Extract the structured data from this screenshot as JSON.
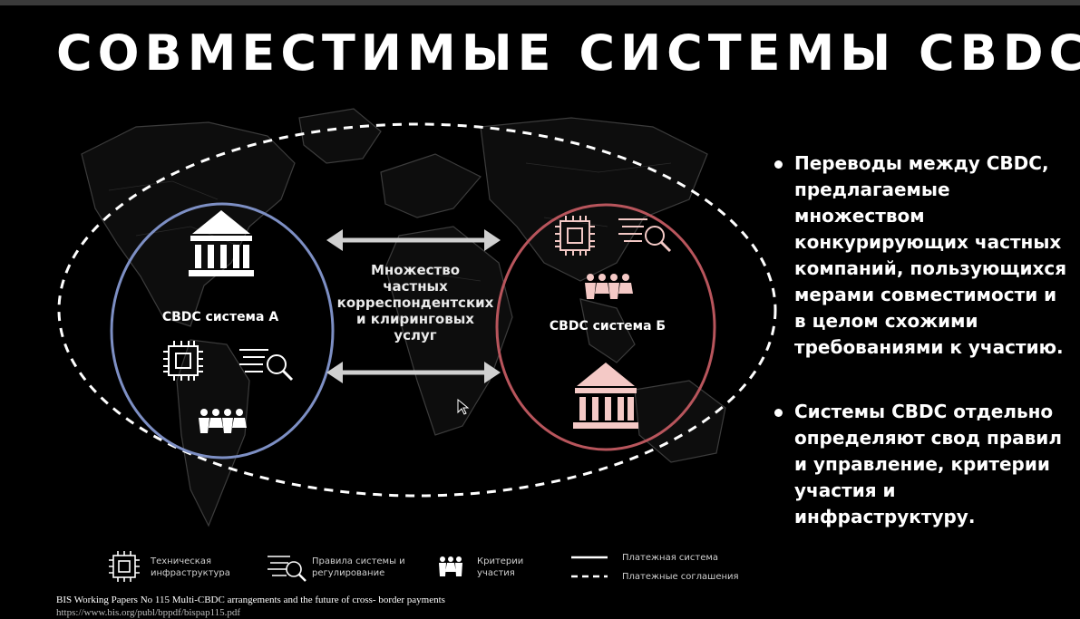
{
  "title": "СОВМЕСТИМЫЕ СИСТЕМЫ CBDC",
  "diagram": {
    "system_a_label": "CBDC система А",
    "system_b_label": "CBDC система Б",
    "services_lines": [
      "Множество",
      "частных",
      "корреспондентских",
      "и клиринговых",
      "услуг"
    ]
  },
  "bullets": [
    "Переводы между CBDC, предлагаемые множеством конкурирующих частных компаний, пользующихся мерами совместимости и в целом схожими требованиями к участию.",
    "Системы CBDC отдельно определяют свод правил и управление, критерии участия и инфраструктуру."
  ],
  "legend": {
    "tech_lines": [
      "Техническая",
      "инфраструктура"
    ],
    "rules_lines": [
      "Правила системы и",
      "регулирование"
    ],
    "criteria_lines": [
      "Критерии",
      "участия"
    ],
    "solid_line": "Платежная система",
    "dashed_line": "Платежные соглашения"
  },
  "source": {
    "citation": "BIS Working Papers No 115 Multi-CBDC arrangements and the future of cross- border payments",
    "url": "https://www.bis.org/publ/bppdf/bispap115.pdf"
  },
  "colors": {
    "background": "#000000",
    "system_a_ring": "#7d8fc4",
    "system_b_ring": "#b8555c",
    "icon_a": "#ffffff",
    "icon_b": "#f4c9c6",
    "arrows": "#d0d0d0"
  }
}
